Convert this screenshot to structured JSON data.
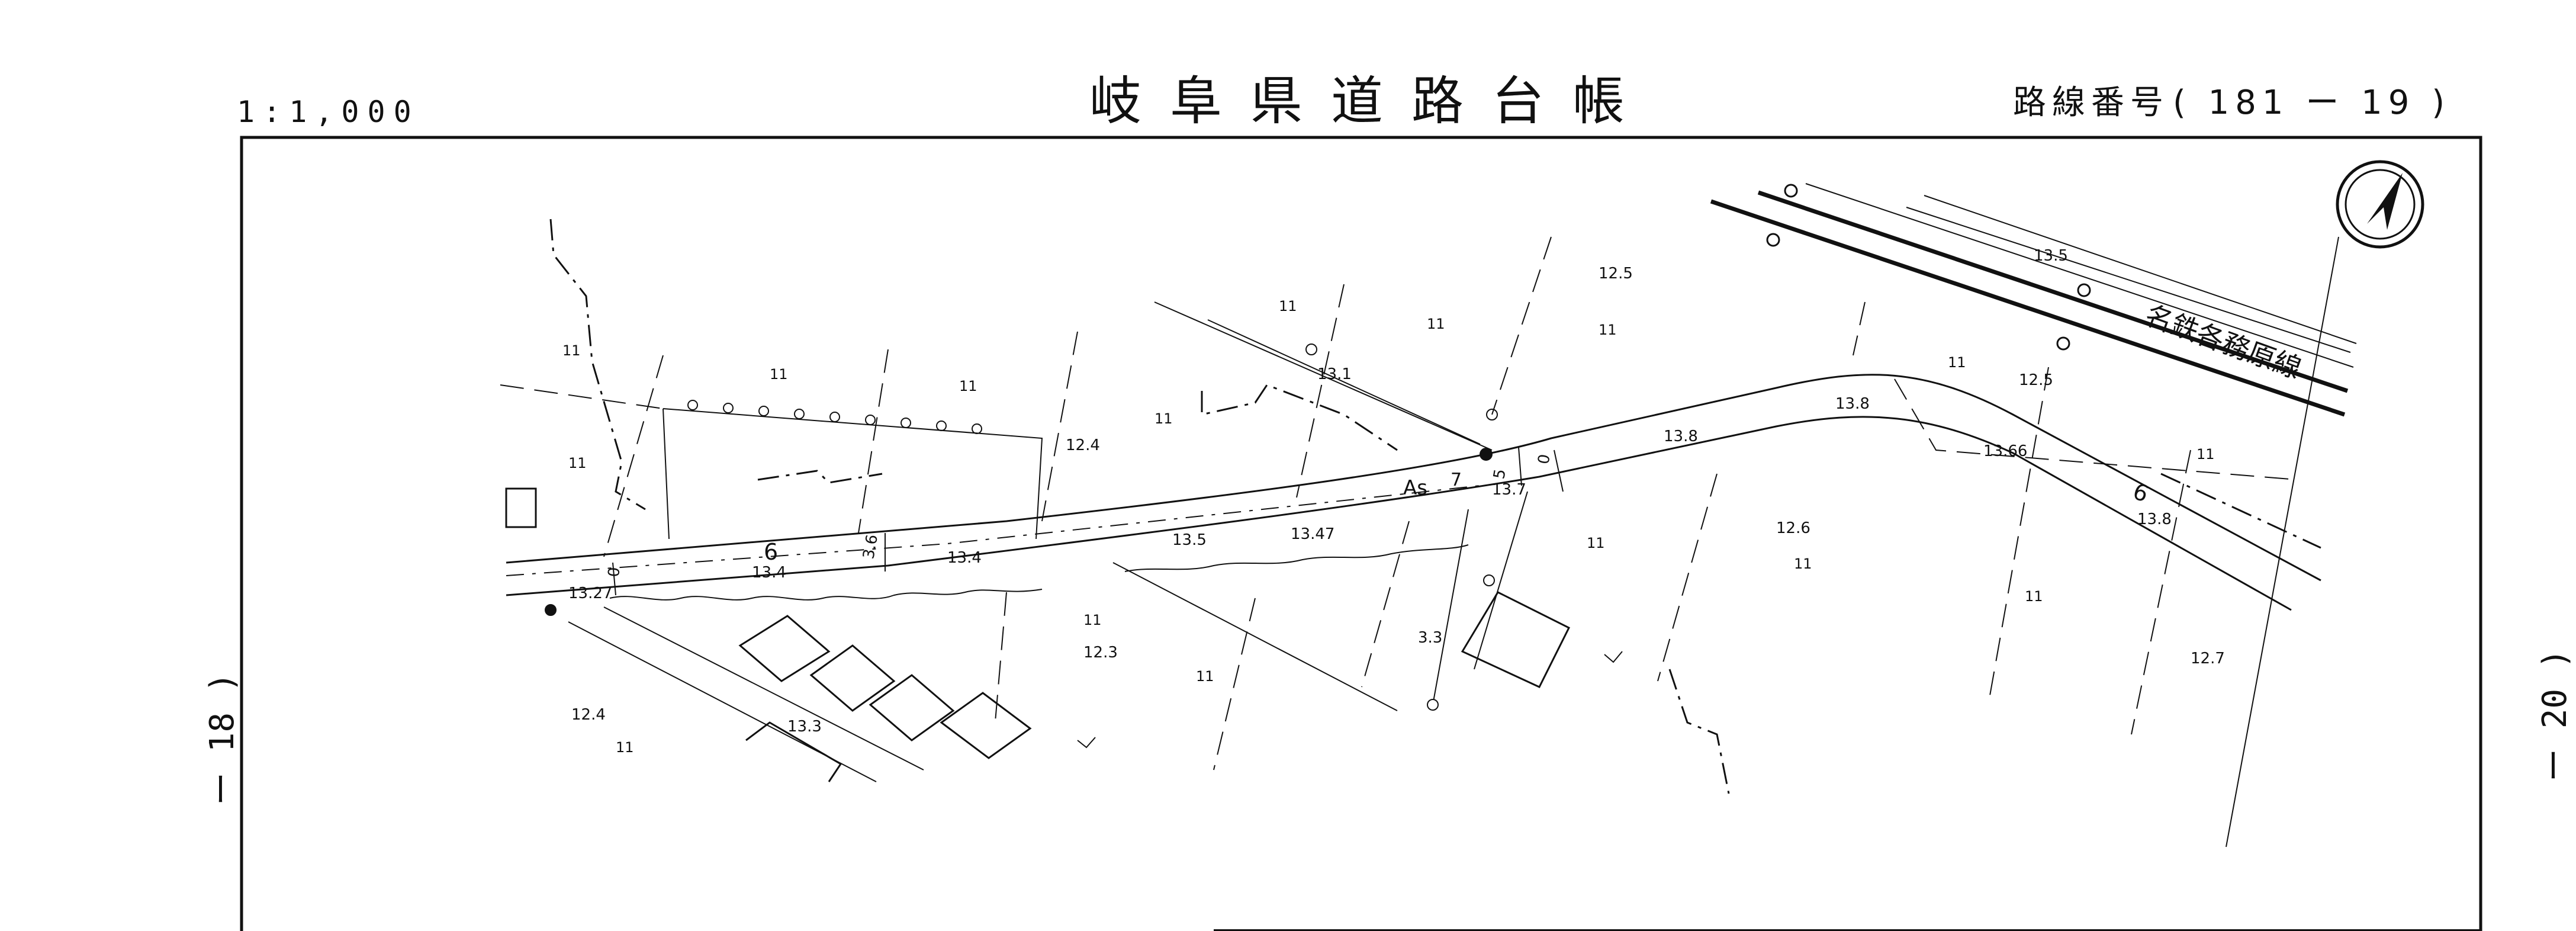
{
  "header": {
    "scale": "1:1,000",
    "title": "岐阜県道路台帳",
    "route_label": "路線番号",
    "route_number": "( 181 ー 19 )"
  },
  "side_labels": {
    "left": "ー 18 )",
    "right": "ー 20 )"
  },
  "map": {
    "railway_label": "名鉄各務原線",
    "pavement_label": "As",
    "elevations": [
      "13.5",
      "12.5",
      "12.5",
      "13.1",
      "12.4",
      "13.8",
      "13.8",
      "13.66",
      "13.8",
      "13.7",
      "12.6",
      "13.5",
      "13.47",
      "13.4",
      "13.4",
      "13.27",
      "12.3",
      "3.3",
      "12.4",
      "13.3",
      "12.7"
    ],
    "widths": [
      "6",
      "6",
      "7",
      "3.6",
      "0",
      "5",
      "0"
    ],
    "parcel_marks": [
      "11",
      "11",
      "11",
      "11",
      "11",
      "11",
      "11",
      "11",
      "11",
      "11",
      "11",
      "11",
      "11",
      "11",
      "11",
      "11"
    ]
  }
}
